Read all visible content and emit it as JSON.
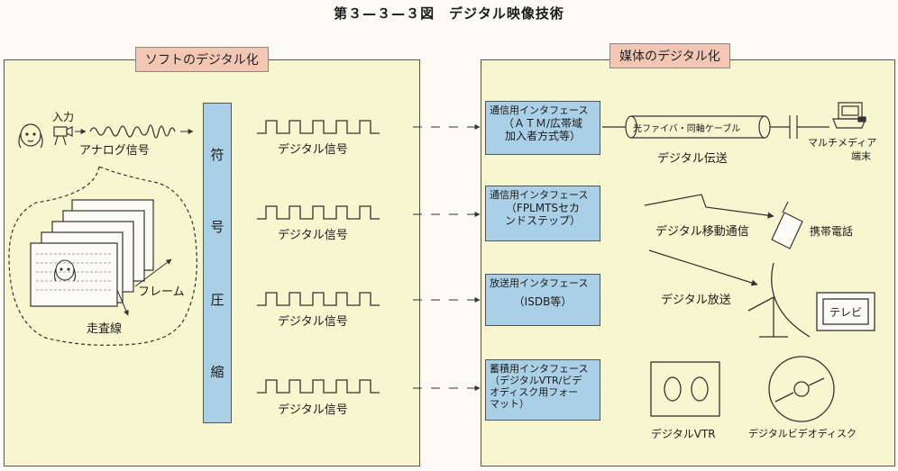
{
  "title": "第３—３—３図　デジタル映像技術",
  "left_panel": {
    "label": "ソフトのデジタル化",
    "input_label": "入力",
    "analog_label": "アナログ信号",
    "frame_label": "フレーム",
    "scan_label": "走査線",
    "compression_chars": [
      "符",
      "号",
      "圧",
      "縮"
    ],
    "signal_labels": [
      "デジタル信号",
      "デジタル信号",
      "デジタル信号",
      "デジタル信号"
    ]
  },
  "right_panel": {
    "label": "媒体のデジタル化",
    "interfaces": [
      {
        "line1": "通信用インタフェース",
        "line2": "（ＡＴＭ/広帯域",
        "line3": "加入者方式等）"
      },
      {
        "line1": "通信用インタフェース",
        "line2": "（FPLMTSセカ",
        "line3": "ンドステップ）"
      },
      {
        "line1": "放送用インタフェース",
        "line2": "（ISDB等）",
        "line3": ""
      },
      {
        "line1": "蓄積用インタフェース",
        "line2": "（デジタルVTR/ビデ",
        "line3": "オディスク用フォー",
        "line4": "マット）"
      }
    ],
    "fiber_label": "光ファイバ・同軸ケーブル",
    "transmission_label": "デジタル伝送",
    "multimedia_label": "マルチメディア",
    "terminal_label": "端末",
    "mobile_label": "デジタル移動通信",
    "phone_label": "携帯電話",
    "broadcast_label": "デジタル放送",
    "tv_label": "テレビ",
    "vtr_label": "デジタルVTR",
    "videodisc_label": "デジタルビデオディスク"
  }
}
